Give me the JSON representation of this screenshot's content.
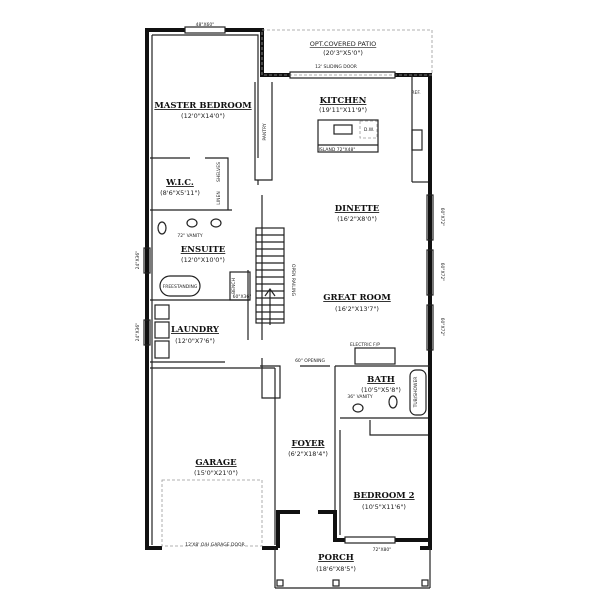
{
  "rooms": {
    "master": {
      "name": "MASTER BEDROOM",
      "size": "(12'0\"X14'0\")"
    },
    "wic": {
      "name": "W.I.C.",
      "size": "(8'6\"X5'11\")"
    },
    "ensuite": {
      "name": "ENSUITE",
      "size": "(12'0\"X10'0\")"
    },
    "laundry": {
      "name": "LAUNDRY",
      "size": "(12'0\"X7'6\")"
    },
    "garage": {
      "name": "GARAGE",
      "size": "(15'0\"X21'0\")"
    },
    "kitchen": {
      "name": "KITCHEN",
      "size": "(19'11\"X11'9\")"
    },
    "dinette": {
      "name": "DINETTE",
      "size": "(16'2\"X8'0\")"
    },
    "great_room": {
      "name": "GREAT ROOM",
      "size": "(16'2\"X13'7\")"
    },
    "bath": {
      "name": "BATH",
      "size": "(10'5\"X5'8\")"
    },
    "foyer": {
      "name": "FOYER",
      "size": "(6'2\"X18'4\")"
    },
    "bedroom2": {
      "name": "BEDROOM 2",
      "size": "(10'5\"X11'6\")"
    },
    "porch": {
      "name": "PORCH",
      "size": "(18'6\"X8'5\")"
    },
    "patio": {
      "name": "OPT.COVERED PATIO",
      "size": "(20'3\"X5'0\")"
    }
  },
  "notes": {
    "master_window": "48\"X60\"",
    "sliding_door": "12' SLIDING DOOR",
    "ref": "REF.",
    "pantry": "PANTRY",
    "island": "ISLAND 72\"X48\"",
    "dw": "D.W.",
    "shelves": "SHELVES",
    "linen": "LINEN",
    "vanity72": "72\" VANITY",
    "freestanding": "FREESTANDING",
    "bench": "BENCH",
    "shower": "60\"X36\"",
    "open_railing": "OPEN RAILING",
    "opening": "60\" OPENING",
    "fireplace": "ELECTRIC F/P",
    "vanity36": "36\" VANITY",
    "tub": "TUB/SHOWER",
    "garage_door": "12'X8' O/H GARAGE DOOR",
    "bed2_window": "72\"X80\"",
    "right_window_1": "60\"X72\"",
    "right_window_2": "60\"X72\"",
    "right_window_3": "60\"X72\"",
    "left_window_1": "24\"X36\"",
    "left_window_2": "24\"X36\""
  }
}
